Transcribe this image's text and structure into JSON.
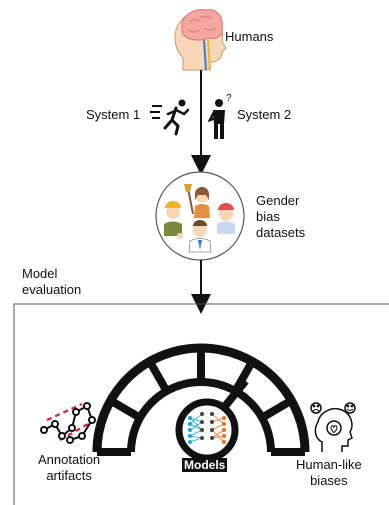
{
  "top": {
    "humans_label": "Humans",
    "system1_label": "System 1",
    "system2_label": "System 2"
  },
  "datasets": {
    "label": "Gender\nbias\ndatasets"
  },
  "evaluation": {
    "label": "Model\nevaluation"
  },
  "gauge": {
    "models_label": "Models"
  },
  "side": {
    "left_label": "Annotation\nartifacts",
    "right_label": "Human-like\nbiases"
  },
  "colors": {
    "line": "#111111",
    "dashed_red": "#e02020",
    "nn_cyan": "#18a8d8",
    "nn_orange": "#f07020",
    "brain_pink": "#f4a7a0",
    "head_skin": "#f7d7b8"
  }
}
